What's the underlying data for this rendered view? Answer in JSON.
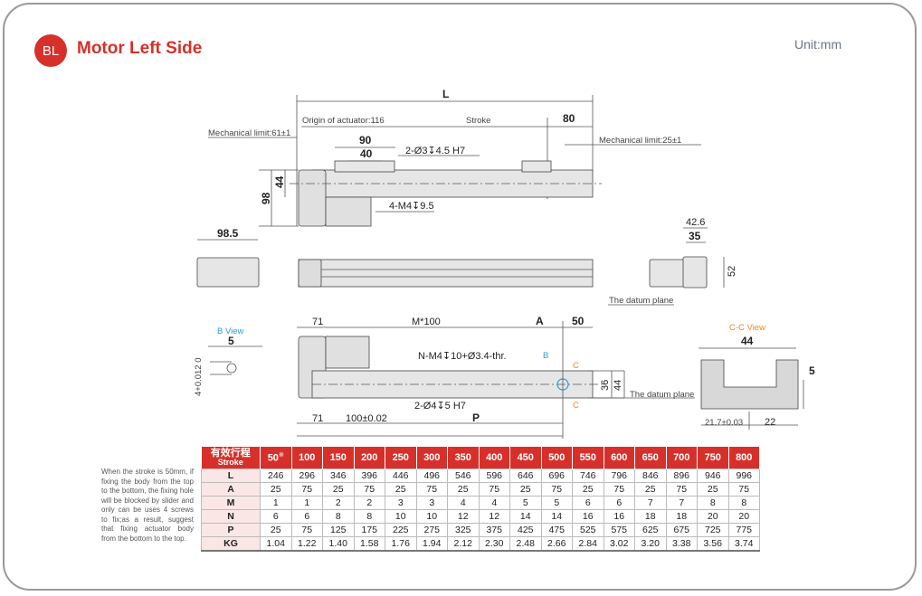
{
  "header": {
    "badge": "BL",
    "title": "Motor Left Side",
    "unit": "Unit:mm"
  },
  "top_view": {
    "L": "L",
    "origin": "Origin of actuator:116",
    "stroke": "Stroke",
    "dim_80": "80",
    "mech_limit_left": "Mechanical limit:61±1",
    "mech_limit_right": "Mechanical limit:25±1",
    "dim_90": "90",
    "dim_40": "40",
    "hole_note": "2-Ø3↧4.5 H7",
    "thread_note": "4-M4↧9.5",
    "dim_44": "44",
    "dim_98": "98"
  },
  "side_views": {
    "dim_98_5": "98.5",
    "dim_42_6": "42.6",
    "dim_35": "35",
    "dim_52": "52",
    "datum": "The datum plane"
  },
  "bottom_view": {
    "b_view": "B View",
    "b_dim_5": "5",
    "b_tol": "4+0.012 0",
    "dim_71_top": "71",
    "m100": "M*100",
    "A": "A",
    "dim_50": "50",
    "n_note": "N-M4↧10+Ø3.4-thr.",
    "b_marker": "B",
    "c_top": "C",
    "c_bottom": "C",
    "dim_36": "36",
    "dim_44": "44",
    "datum": "The datum plane",
    "hole_note": "2-Ø4↧5 H7",
    "dim_71_bottom": "71",
    "pitch": "100±0.02",
    "P": "P"
  },
  "cc_view": {
    "title": "C-C View",
    "dim_44": "44",
    "dim_5": "5",
    "dim_21_7": "21.7±0.03",
    "dim_22": "22"
  },
  "note": "When the stroke is 50mm, if fixing the body from the top to the bottom, the fixing hole will be blocked by slider and only can be uses 4 screws to fix;as a result, suggest that fixing actuator body from the bottom to the top.",
  "table": {
    "header_cn": "有效行程",
    "header_en": "Stroke",
    "strokes": [
      "50",
      "100",
      "150",
      "200",
      "250",
      "300",
      "350",
      "400",
      "450",
      "500",
      "550",
      "600",
      "650",
      "700",
      "750",
      "800"
    ],
    "first_mark": "※",
    "rows": [
      {
        "label": "L",
        "values": [
          "246",
          "296",
          "346",
          "396",
          "446",
          "496",
          "546",
          "596",
          "646",
          "696",
          "746",
          "796",
          "846",
          "896",
          "946",
          "996"
        ]
      },
      {
        "label": "A",
        "values": [
          "25",
          "75",
          "25",
          "75",
          "25",
          "75",
          "25",
          "75",
          "25",
          "75",
          "25",
          "75",
          "25",
          "75",
          "25",
          "75"
        ]
      },
      {
        "label": "M",
        "values": [
          "1",
          "1",
          "2",
          "2",
          "3",
          "3",
          "4",
          "4",
          "5",
          "5",
          "6",
          "6",
          "7",
          "7",
          "8",
          "8"
        ]
      },
      {
        "label": "N",
        "values": [
          "6",
          "6",
          "8",
          "8",
          "10",
          "10",
          "12",
          "12",
          "14",
          "14",
          "16",
          "16",
          "18",
          "18",
          "20",
          "20"
        ]
      },
      {
        "label": "P",
        "values": [
          "25",
          "75",
          "125",
          "175",
          "225",
          "275",
          "325",
          "375",
          "425",
          "475",
          "525",
          "575",
          "625",
          "675",
          "725",
          "775"
        ]
      },
      {
        "label": "KG",
        "values": [
          "1.04",
          "1.22",
          "1.40",
          "1.58",
          "1.76",
          "1.94",
          "2.12",
          "2.30",
          "2.48",
          "2.66",
          "2.84",
          "3.02",
          "3.20",
          "3.38",
          "3.56",
          "3.74"
        ]
      }
    ]
  }
}
